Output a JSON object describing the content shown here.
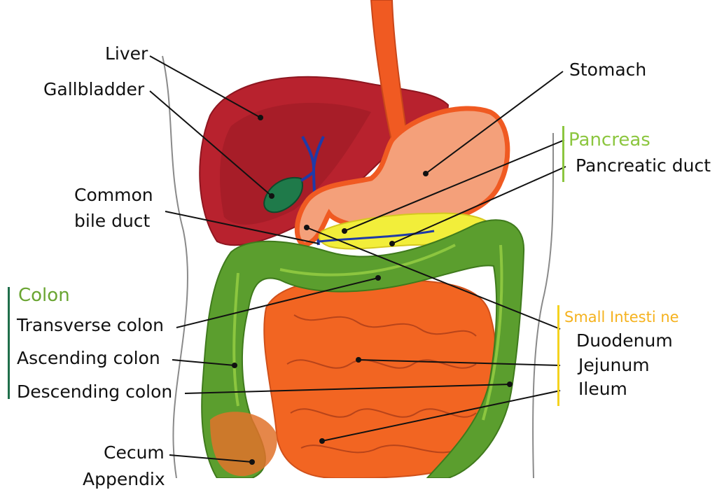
{
  "labels": {
    "liver": "Liver",
    "gallbladder": "Gallbladder",
    "common_bile_duct_line1": "Common",
    "common_bile_duct_line2": "bile duct",
    "stomach": "Stomach",
    "pancreas": "Pancreas",
    "pancreatic_duct": "Pancreatic duct",
    "colon": "Colon",
    "transverse_colon": "Transverse colon",
    "ascending_colon": "Ascending colon",
    "descending_colon": "Descending colon",
    "cecum": "Cecum",
    "appendix_partial": "Appendix",
    "small_intestine": "Small Intesti ne",
    "duodenum": "Duodenum",
    "jejunum": "Jejunum",
    "ileum": "Ileum"
  },
  "colors": {
    "liver": "#b8222e",
    "liver_dark": "#8e1620",
    "gallbladder": "#1f7a4a",
    "bile_duct": "#1f3aa8",
    "esophagus_stomach_outline": "#f05a22",
    "stomach_fill": "#f4a07a",
    "pancreas": "#f2ee3a",
    "colon": "#5b9e2e",
    "colon_light": "#8cc63f",
    "small_intestine": "#f26522",
    "cecum": "#e0722a",
    "body_outline": "#888888",
    "colon_group": "#6aa532",
    "colon_bar": "#1f6e4a",
    "pancreas_group": "#8cc63f",
    "small_intestine_group": "#f5b21e"
  }
}
